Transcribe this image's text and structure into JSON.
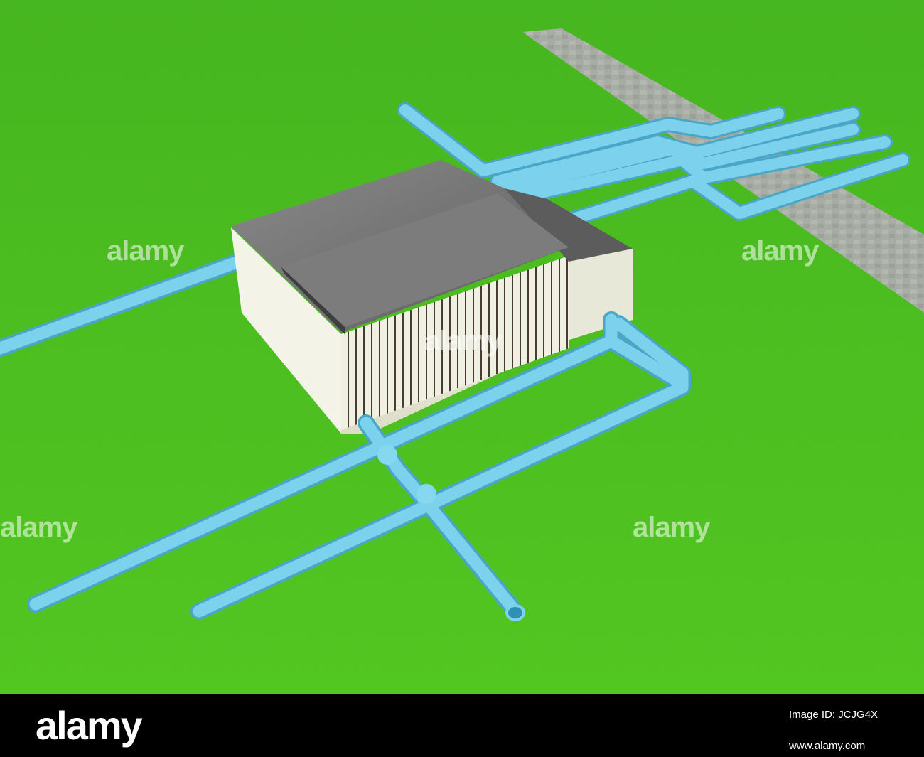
{
  "image": {
    "watermark": "alamy",
    "footer": {
      "logo": "alamy",
      "image_id_label": "Image ID: JCJG4X",
      "url": "www.alamy.com"
    }
  },
  "colors": {
    "grass": "#3fbd1a",
    "pipe": "#7cd2ec",
    "pipe_shadow": "#4aa6c8",
    "roof": "#707070",
    "wall": "#f1f2e0",
    "path": "#a9a9a9",
    "footer": "#000000"
  }
}
